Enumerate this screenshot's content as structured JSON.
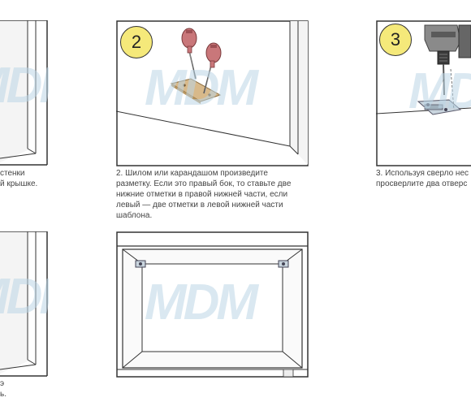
{
  "steps": {
    "step1": {
      "caption_lines": [
        "стенки",
        "й крышке."
      ]
    },
    "step2": {
      "number": "2",
      "caption_lines": [
        "2. Шилом или карандашом произведите",
        "разметку. Если это правый бок, то ставьте две",
        "нижние отметки в правой нижней части, если",
        "левый — две отметки в левой нижней части",
        "шаблона."
      ]
    },
    "step3": {
      "number": "3",
      "caption_lines": [
        "3. Используя сверло нес",
        "просверлите два отверс"
      ]
    },
    "step4": {
      "caption_lines": [
        "э",
        "ь."
      ]
    }
  },
  "watermark": {
    "text": "MDM"
  },
  "colors": {
    "line": "#333333",
    "badge_fill": "#f5e97a",
    "wood": "#d8b98a",
    "wall": "#f4f4f4",
    "watermark": "#bcd6e6"
  }
}
